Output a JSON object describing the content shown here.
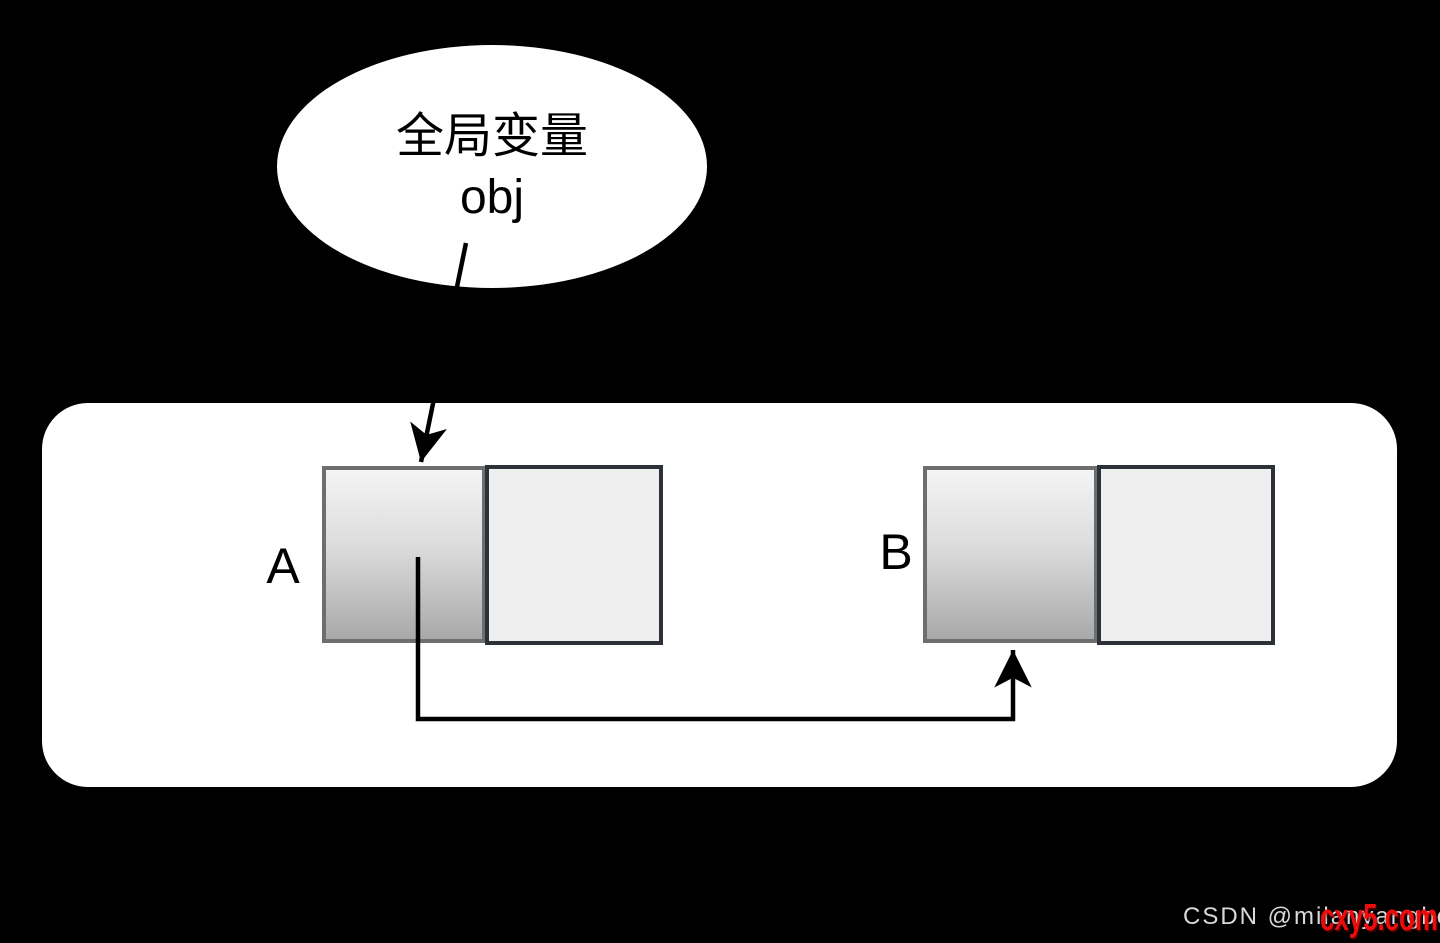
{
  "ellipse": {
    "line1": "全局变量",
    "line2": "obj"
  },
  "objects": {
    "a": {
      "label": "A"
    },
    "b": {
      "label": "B"
    }
  },
  "watermark": {
    "text": "CSDN @milanyangbo",
    "overlay": "cxy5.com"
  },
  "arrows": [
    {
      "name": "obj-to-a",
      "from": "global-var-ellipse",
      "to": "object-a-ref-cell",
      "direction": "down"
    },
    {
      "name": "a-to-b",
      "from": "object-a-ref-cell",
      "to": "object-b-ref-cell",
      "direction": "down-right-up"
    }
  ],
  "colors": {
    "background": "#000000",
    "shape_fill": "#ffffff",
    "cell_gradient_top": "#f4f4f4",
    "cell_gradient_bottom": "#a9a9a9",
    "cell_border_gray": "#6e6e6e",
    "cell_border_dark": "#2c3037",
    "cell_plain_fill": "#efefef",
    "arrow": "#000000",
    "text": "#000000",
    "watermark_text": "#d8d8d8",
    "watermark_overlay": "#ee0b0b"
  }
}
